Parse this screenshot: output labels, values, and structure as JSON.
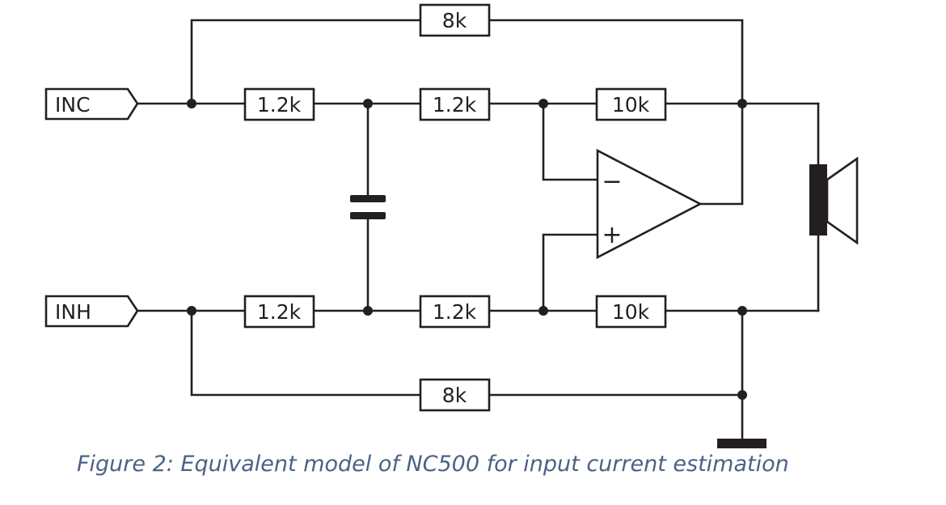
{
  "diagram": {
    "ports": {
      "inc": "INC",
      "inh": "INH"
    },
    "resistors": {
      "r_top_feedback": "8k",
      "r_inc_1": "1.2k",
      "r_inc_2": "1.2k",
      "r_inc_feedback": "10k",
      "r_inh_1": "1.2k",
      "r_inh_2": "1.2k",
      "r_inh_ground": "10k",
      "r_bottom": "8k"
    },
    "opamp": {
      "inverting_sign": "−",
      "noninverting_sign": "+"
    }
  },
  "caption": "Figure 2: Equivalent model of NC500 for input current estimation"
}
